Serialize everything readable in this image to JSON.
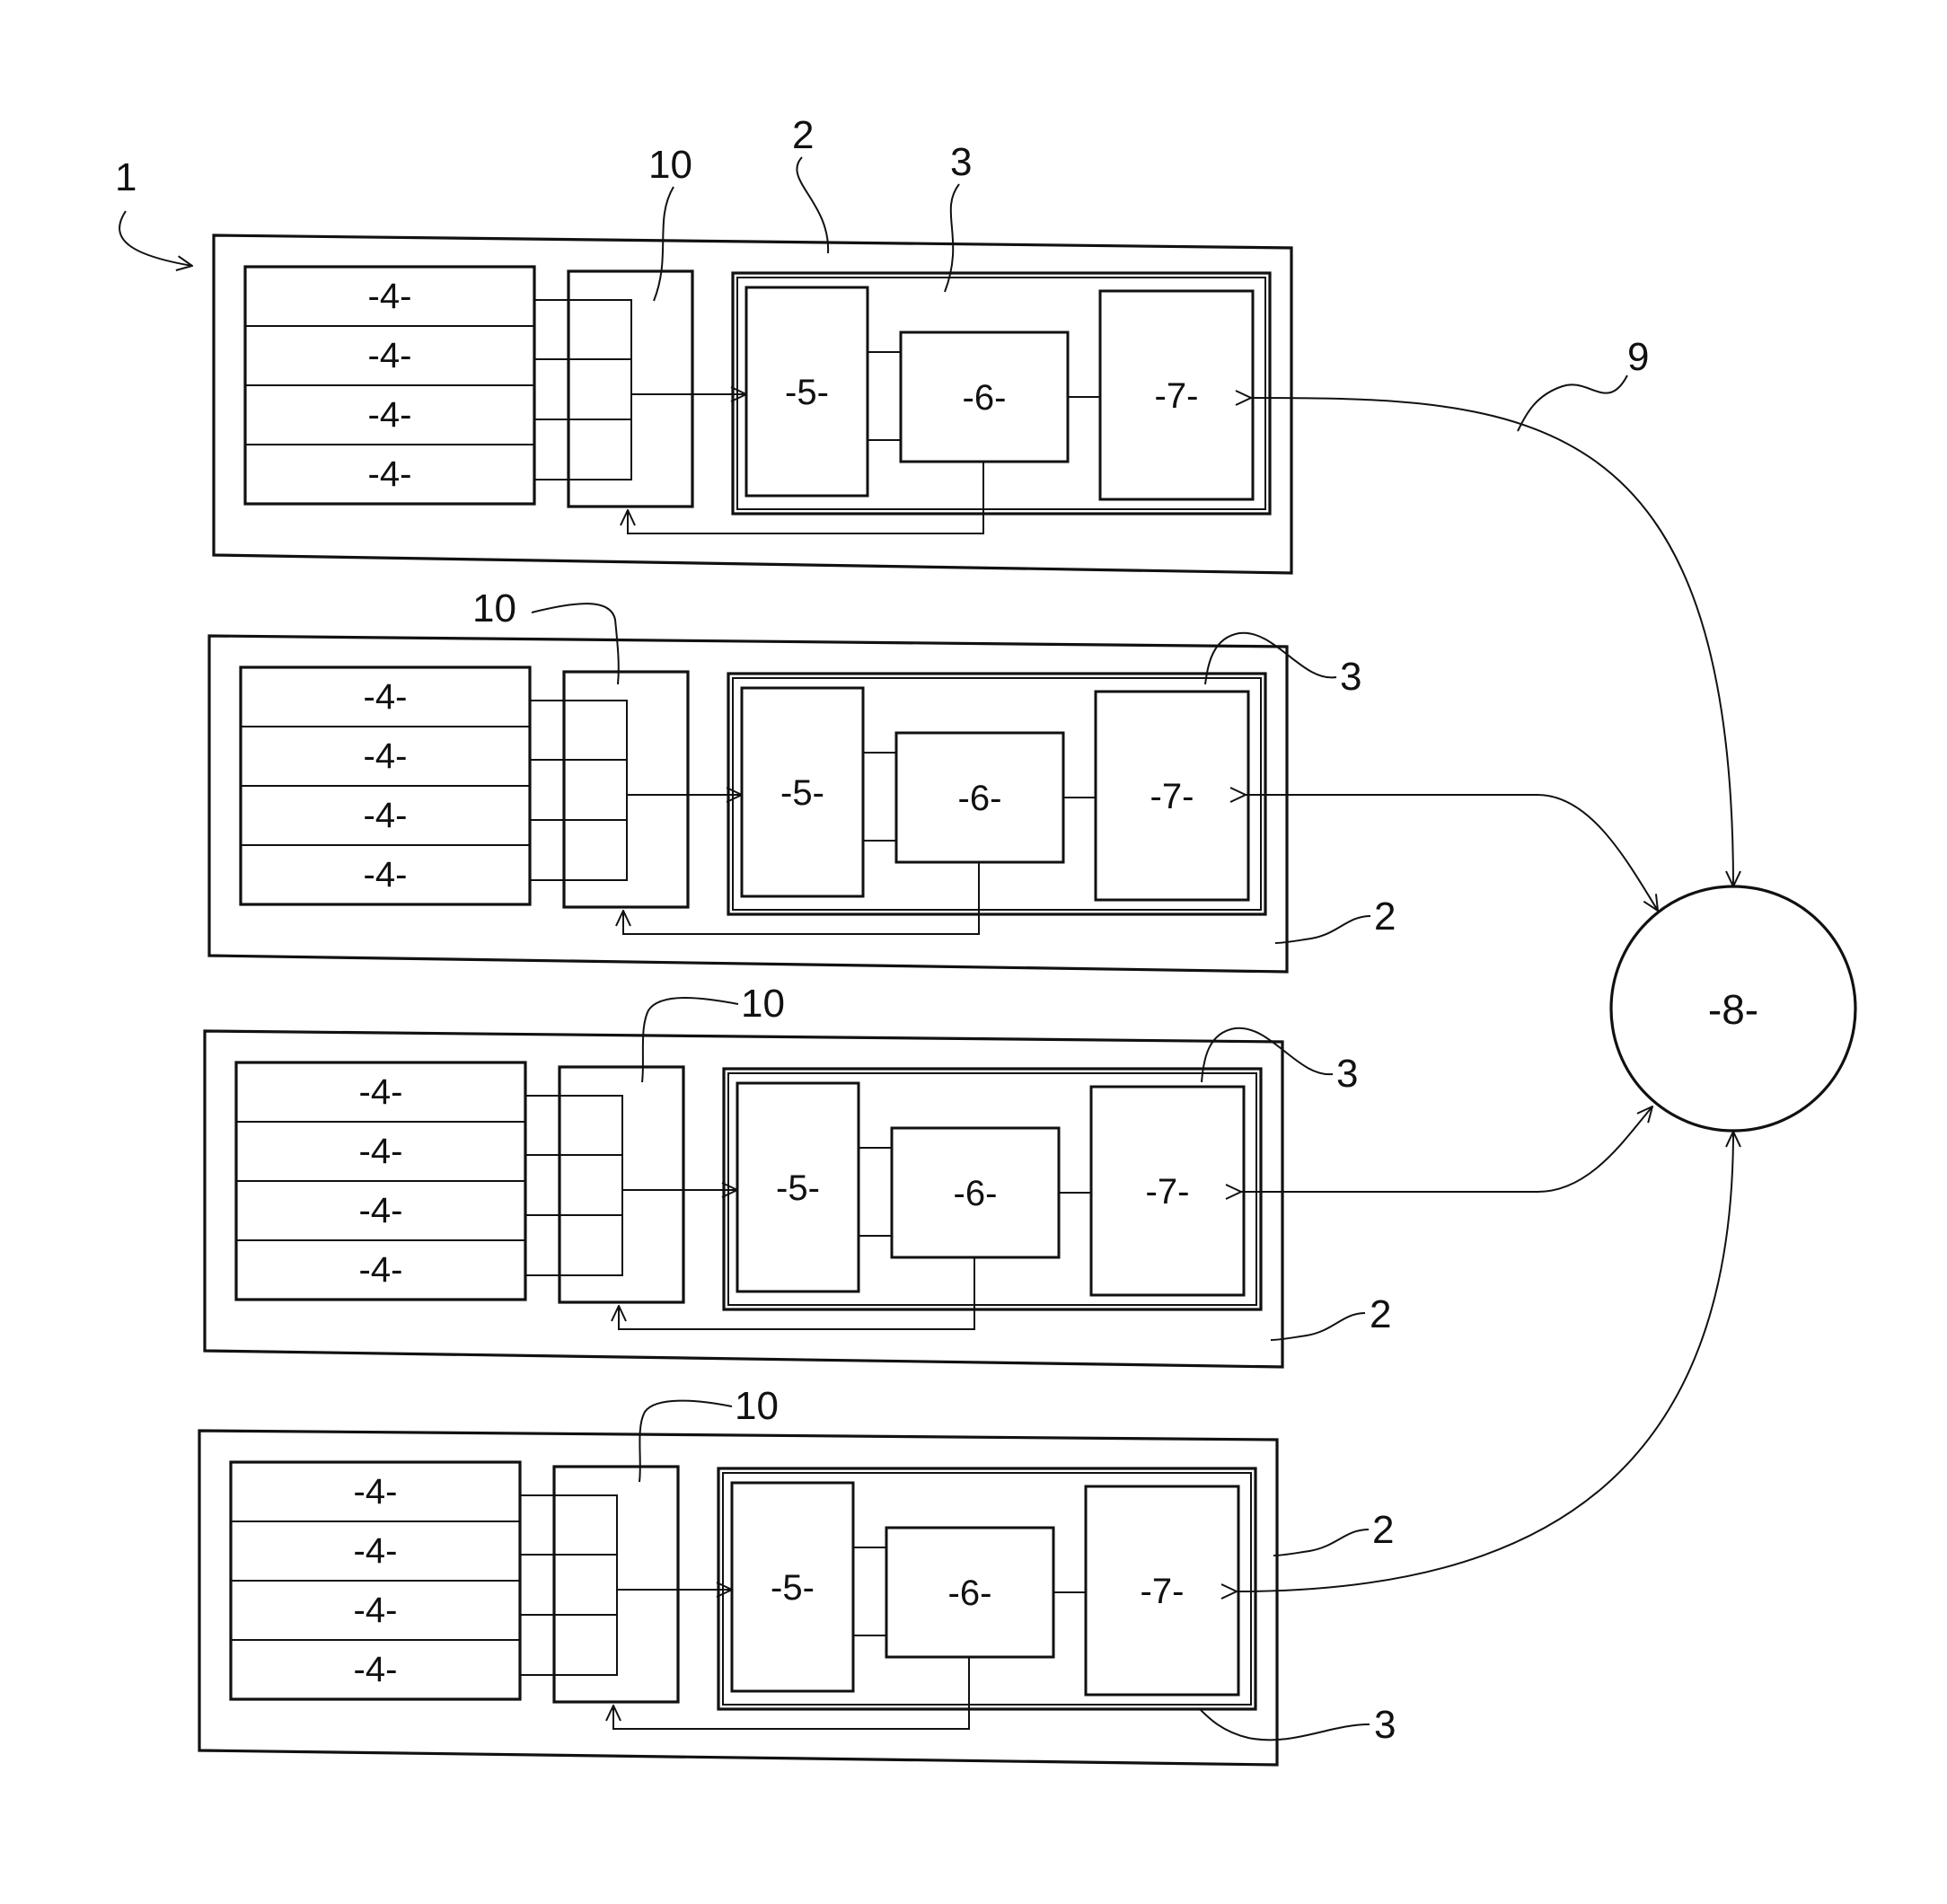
{
  "labels": {
    "sensor": "-4-",
    "block5": "-5-",
    "block6": "-6-",
    "block7": "-7-",
    "hub": "-8-"
  },
  "refs": {
    "system": "1",
    "unit": "2",
    "module": "3",
    "link": "9",
    "selector": "10"
  },
  "colors": {
    "ink": "#111111",
    "background": "#ffffff"
  }
}
